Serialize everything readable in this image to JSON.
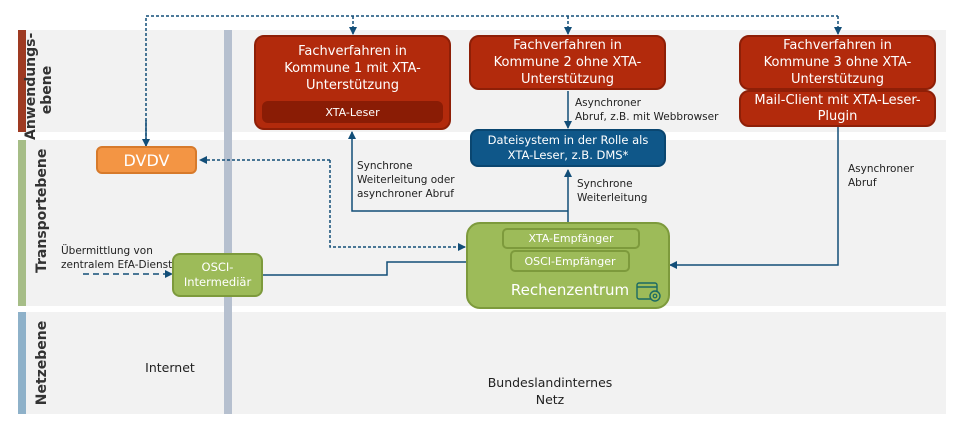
{
  "layers": [
    {
      "label": "Anwendungs-\nebene",
      "color": "#9e3a22"
    },
    {
      "label": "Transportebene",
      "color": "#a6bd87"
    },
    {
      "label": "Netzebene",
      "color": "#8eb1c9"
    }
  ],
  "application_layer": {
    "kommune1": {
      "title": "Fachverfahren in Kommune 1 mit XTA-Unterstützung",
      "sub": "XTA-Leser"
    },
    "kommune2": {
      "title": "Fachverfahren in Kommune 2 ohne XTA-Unterstützung"
    },
    "kommune3": {
      "title": "Fachverfahren in Kommune 3 ohne XTA-Unterstützung",
      "sub": "Mail-Client mit XTA-Leser-Plugin"
    }
  },
  "transport_layer": {
    "dvdv": "DVDV",
    "dateisystem": "Dateisystem in der Rolle als XTA-Leser, z.B. DMS*",
    "osci_intermediaer": "OSCI-Intermediär",
    "rechenzentrum": {
      "title": "Rechenzentrum",
      "xta_empfaenger": "XTA-Empfänger",
      "osci_empfaenger": "OSCI-Empfänger",
      "icon": "server-settings-icon"
    }
  },
  "annotations": {
    "async_webbrowser": "Asynchroner\nAbruf, z.B. mit Webbrowser",
    "sync_or_async": "Synchrone\nWeiterleitung oder\nasynchroner Abruf",
    "sync": "Synchrone\nWeiterleitung",
    "async": "Asynchroner\nAbruf",
    "efa": "Übermittlung von\nzentralem EfA-Dienst"
  },
  "network_layer": {
    "internet": "Internet",
    "bundesland": "Bundeslandinternes\nNetz"
  },
  "colors": {
    "arrow": "#124e78",
    "red": "#b22a0c",
    "blue": "#0f5789",
    "green": "#9dbb59",
    "orange": "#f39544"
  }
}
